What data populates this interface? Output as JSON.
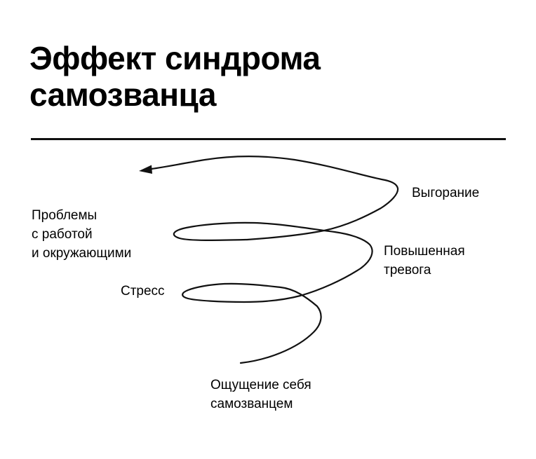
{
  "page": {
    "background": "#ffffff",
    "ink": "#000000",
    "line_color": "#111111"
  },
  "title": {
    "text": "Эффект синдрома\nсамозванца"
  },
  "diagram": {
    "type": "downward-spiral",
    "labels": {
      "burnout": "Выгорание",
      "work_problems": "Проблемы\nс работой\nи окружающими",
      "anxiety": "Повышенная\nтревога",
      "stress": "Стресс",
      "imposter": "Ощущение себя\nсамозванцем"
    }
  }
}
